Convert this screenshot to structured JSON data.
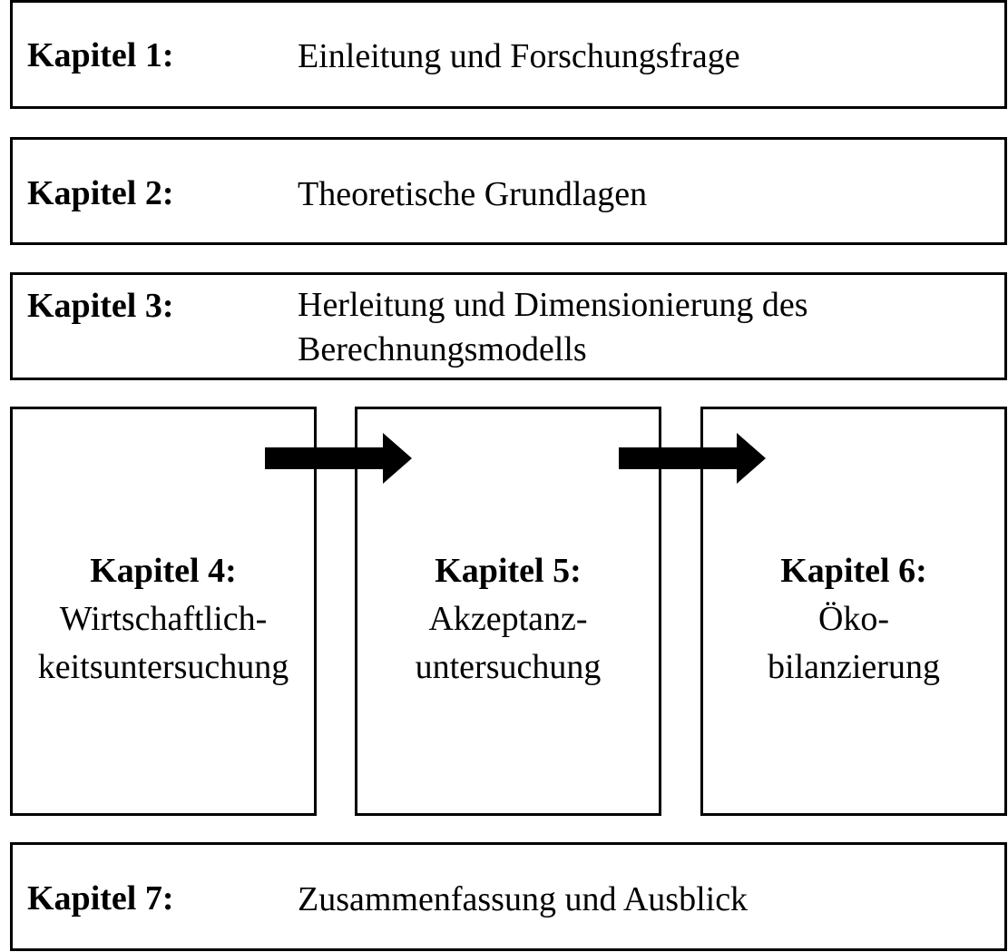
{
  "chapters": {
    "k1": {
      "label": "Kapitel 1:",
      "title": "Einleitung und Forschungsfrage"
    },
    "k2": {
      "label": "Kapitel 2:",
      "title": "Theoretische Grundlagen"
    },
    "k3": {
      "label": "Kapitel 3:",
      "title_line1": "Herleitung und Dimensionierung des",
      "title_line2": "Berechnungsmodells"
    },
    "k4": {
      "label": "Kapitel 4:",
      "title_line1": "Wirtschaftlich-",
      "title_line2": "keitsuntersuchung"
    },
    "k5": {
      "label": "Kapitel 5:",
      "title_line1": "Akzeptanz-",
      "title_line2": "untersuchung"
    },
    "k6": {
      "label": "Kapitel 6:",
      "title_line1": "Öko-",
      "title_line2": "bilanzierung"
    },
    "k7": {
      "label": "Kapitel 7:",
      "title": "Zusammenfassung und Ausblick"
    }
  },
  "colors": {
    "border": "#000000",
    "background": "#ffffff",
    "arrow": "#000000"
  },
  "icons": [
    "arrow-right-icon",
    "arrow-right-icon"
  ]
}
